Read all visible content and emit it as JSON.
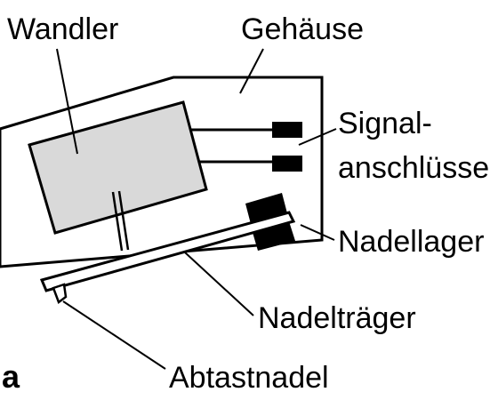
{
  "labels": {
    "transducer": "Wandler",
    "housing": "Gehäuse",
    "signal_line1": "Signal-",
    "signal_line2": "anschlüsse",
    "needle_bearing": "Nadellager",
    "needle_carrier": "Nadelträger",
    "stylus": "Abtastnadel",
    "panel": "a"
  },
  "colors": {
    "stroke": "#000000",
    "transducer_fill": "#d9d9d9",
    "background": "#ffffff"
  }
}
